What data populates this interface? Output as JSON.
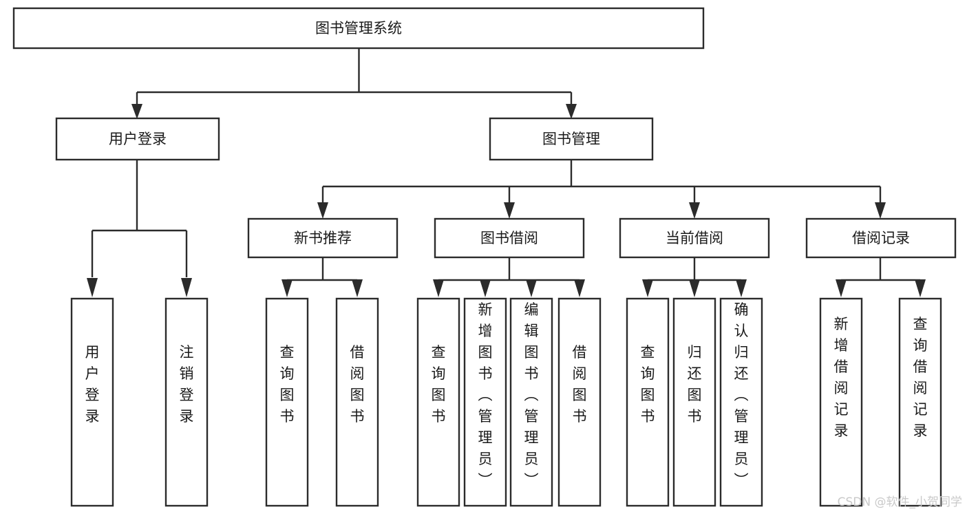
{
  "diagram": {
    "title": "图书管理系统",
    "type": "tree",
    "orientation": "top-down",
    "colors": {
      "box_stroke": "#2b2b2b",
      "box_fill": "#ffffff",
      "text": "#1a1a1a",
      "edge": "#2b2b2b",
      "watermark": "#c9c9c9",
      "background": "#ffffff"
    },
    "root": {
      "label": "图书管理系统"
    },
    "level2": [
      {
        "label": "用户登录"
      },
      {
        "label": "图书管理"
      }
    ],
    "level3": [
      {
        "label": "新书推荐"
      },
      {
        "label": "图书借阅"
      },
      {
        "label": "当前借阅"
      },
      {
        "label": "借阅记录"
      }
    ],
    "leaves": {
      "user_login": [
        {
          "label": "用户登录"
        },
        {
          "label": "注销登录"
        }
      ],
      "new_book_recommend": [
        {
          "label": "查询图书"
        },
        {
          "label": "借阅图书"
        }
      ],
      "book_borrow": [
        {
          "label": "查询图书"
        },
        {
          "label": "新增图书（管理员）"
        },
        {
          "label": "编辑图书（管理员）"
        },
        {
          "label": "借阅图书"
        }
      ],
      "current_borrow": [
        {
          "label": "查询图书"
        },
        {
          "label": "归还图书"
        },
        {
          "label": "确认归还（管理员）"
        }
      ],
      "borrow_record": [
        {
          "label": "新增借阅记录"
        },
        {
          "label": "查询借阅记录"
        }
      ]
    }
  },
  "watermark": {
    "text": "CSDN @软件_小贺同学"
  }
}
